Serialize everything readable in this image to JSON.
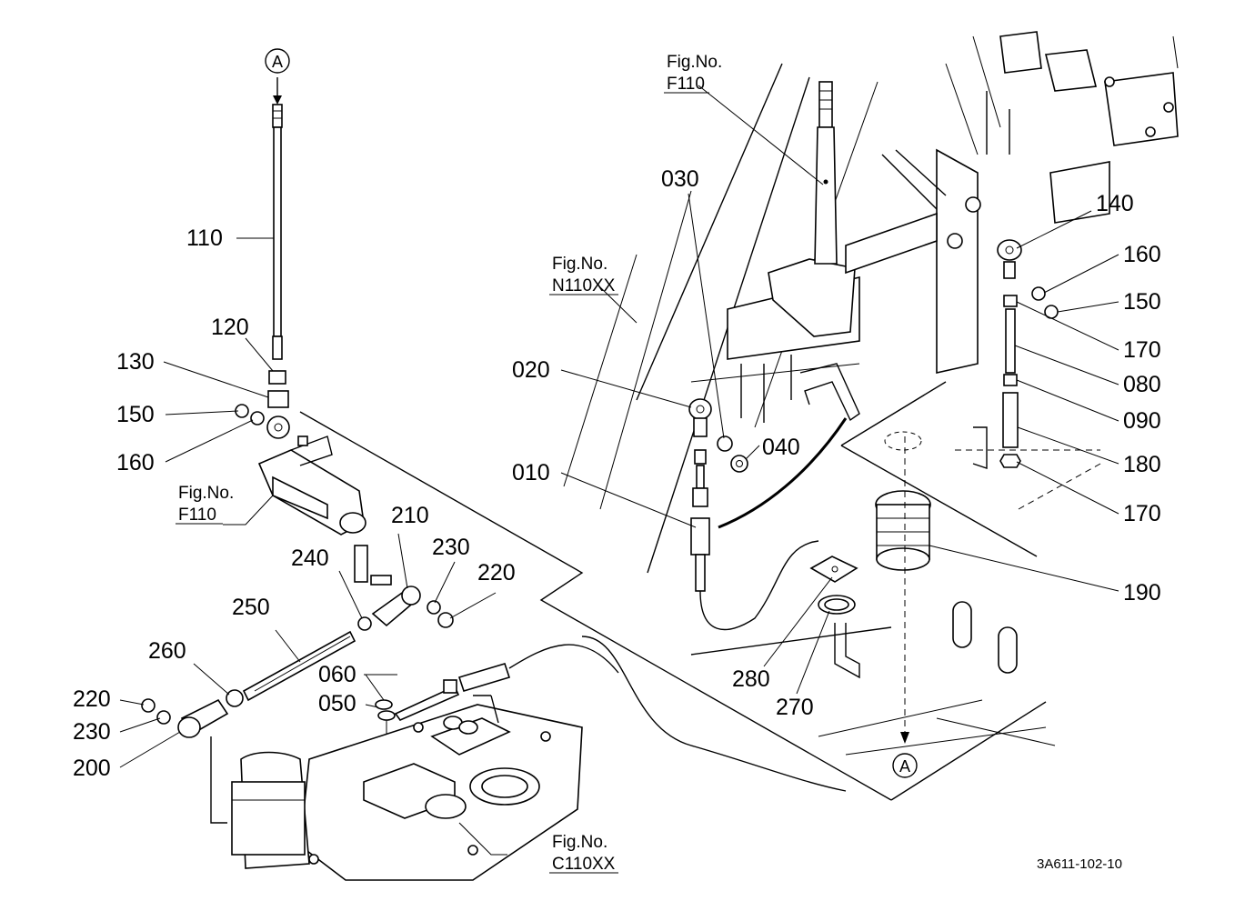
{
  "diagram": {
    "drawing_number": "3A611-102-10",
    "callout_marker": "A",
    "part_labels": [
      "010",
      "020",
      "030",
      "040",
      "050",
      "060",
      "080",
      "090",
      "110",
      "120",
      "130",
      "140",
      "150",
      "150",
      "160",
      "160",
      "170",
      "170",
      "180",
      "190",
      "200",
      "210",
      "220",
      "220",
      "230",
      "230",
      "240",
      "250",
      "260",
      "270",
      "280"
    ],
    "figure_refs": [
      {
        "prefix": "Fig.No.",
        "number": "F110"
      },
      {
        "prefix": "Fig.No.",
        "number": "N110XX"
      },
      {
        "prefix": "Fig.No.",
        "number": "F110"
      },
      {
        "prefix": "Fig.No.",
        "number": "C110XX"
      }
    ]
  }
}
